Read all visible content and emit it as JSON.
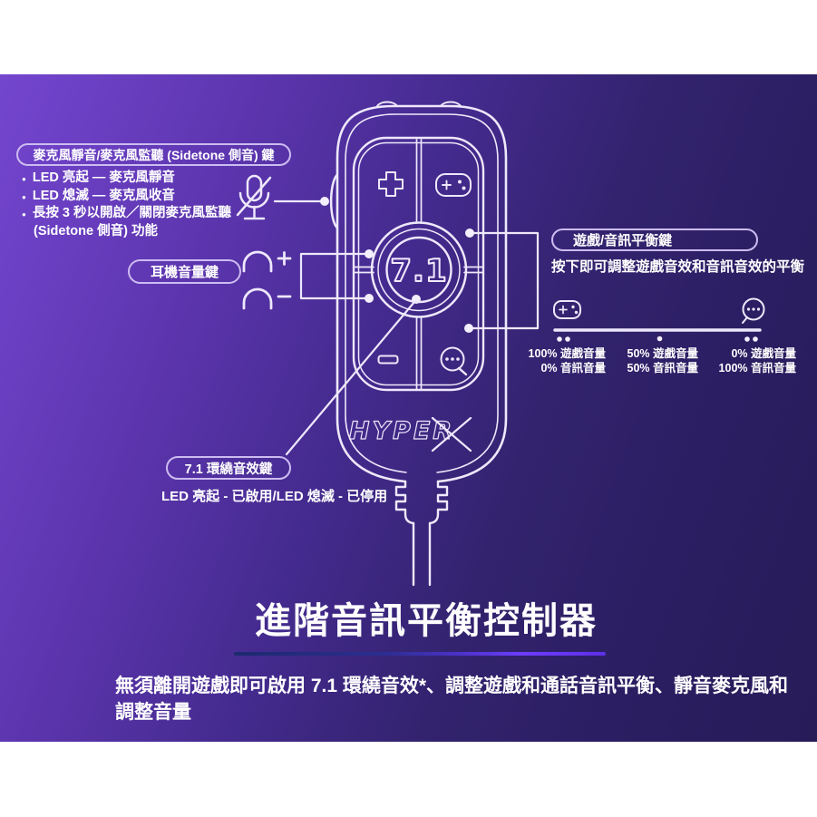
{
  "theme": {
    "page_background": "#ffffff",
    "banner_gradient_start": "#7446cf",
    "banner_gradient_end": "#271b58",
    "line_art_color": "#eee8fb",
    "pill_border_color": "#cdbcf1",
    "underline_gradient": [
      "#1c2a6e",
      "#6e3cff",
      "#5c30e6"
    ],
    "text_color": "#ffffff"
  },
  "icons": {
    "mic_muted_icon": "microphone with slash",
    "headphone_plus_icon": "headphone with plus",
    "headphone_minus_icon": "headphone with minus",
    "gamepad_icon": "game controller",
    "chat_icon": "speech bubble with dots",
    "plus_button": "plus",
    "minus_button": "minus"
  },
  "device": {
    "dial_label": "7.1",
    "brand": "HYPER"
  },
  "mic_section": {
    "label": "麥克風靜音/麥克風監聽 (Sidetone 側音) 鍵",
    "bullets": [
      "LED 亮起 — 麥克風靜音",
      "LED 熄滅 — 麥克風收音",
      "長按 3 秒以開啟／關閉麥克風監聽",
      "(Sidetone 側音) 功能"
    ]
  },
  "volume_section": {
    "label": "耳機音量鍵",
    "plus": "+",
    "minus": "−"
  },
  "balance_section": {
    "label": "遊戲/音訊平衡鍵",
    "description": "按下即可調整遊戲音效和音訊音效的平衡",
    "stops": [
      {
        "game": "100% 遊戲音量",
        "chat": "0% 音訊音量"
      },
      {
        "game": "50% 遊戲音量",
        "chat": "50% 音訊音量"
      },
      {
        "game": "0% 遊戲音量",
        "chat": "100% 音訊音量"
      }
    ]
  },
  "surround_section": {
    "label": "7.1 環繞音效鍵",
    "led_status": "LED 亮起 - 已啟用/LED 熄滅 - 已停用"
  },
  "footer": {
    "title": "進階音訊平衡控制器",
    "description_lines": [
      "無須離開遊戲即可啟用 7.1 環繞音效*、調整遊戲和通話音訊平衡、靜音麥克風和",
      "調整音量"
    ]
  }
}
